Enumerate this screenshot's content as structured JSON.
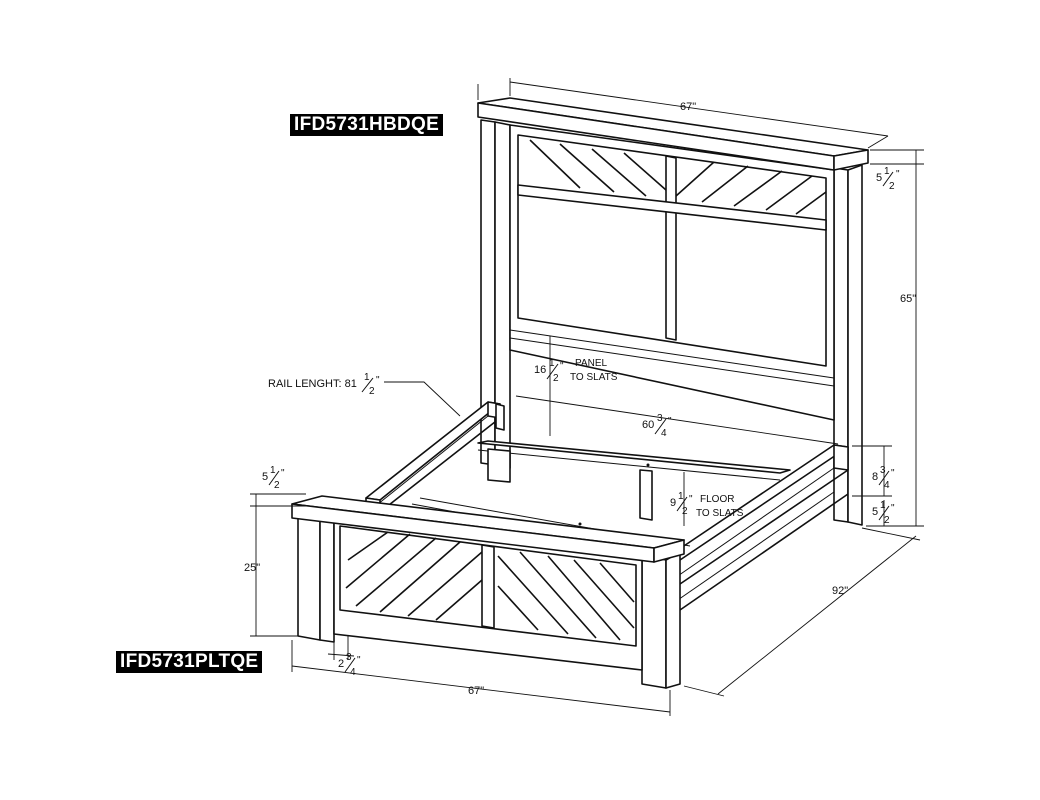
{
  "part_codes": {
    "headboard": "IFD5731HBDQE",
    "footboard": "IFD5731PLTQE"
  },
  "dimensions": {
    "headboard_width": "67\"",
    "headboard_cap_height": {
      "whole": "5",
      "num": "1",
      "den": "2",
      "unit": "\""
    },
    "headboard_height": "65\"",
    "panel_to_slats": {
      "whole": "16",
      "num": "1",
      "den": "2",
      "unit": "\"",
      "note_1": "PANEL",
      "note_2": "TO SLATS"
    },
    "rail_length": {
      "label": "RAIL LENGHT: 81",
      "num": "1",
      "den": "2",
      "unit": "\""
    },
    "inner_width": {
      "whole": "60",
      "num": "3",
      "den": "4",
      "unit": "\""
    },
    "rail_height": {
      "whole": "8",
      "num": "3",
      "den": "4",
      "unit": "\""
    },
    "floor_to_slats": {
      "whole": "9",
      "num": "1",
      "den": "2",
      "unit": "\"",
      "note_1": "FLOOR",
      "note_2": "TO SLATS"
    },
    "leg_clearance": {
      "whole": "5",
      "num": "1",
      "den": "2",
      "unit": "\""
    },
    "footboard_cap_height": {
      "whole": "5",
      "num": "1",
      "den": "2",
      "unit": "\""
    },
    "footboard_height": "25\"",
    "post_width": {
      "whole": "2",
      "num": "3",
      "den": "4",
      "unit": "\""
    },
    "footboard_width": "67\"",
    "bed_length": "92\""
  }
}
